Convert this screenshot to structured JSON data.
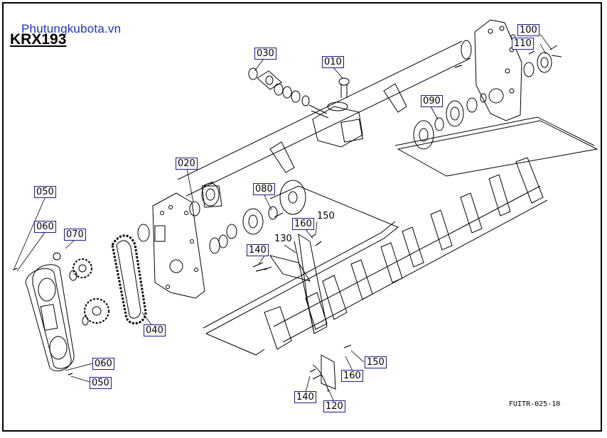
{
  "watermark": "Phutungkubota.vn",
  "model": "KRX193",
  "figure_code": "FUITR-025-10",
  "callouts": [
    {
      "id": "c030",
      "text": "030",
      "boxed": true
    },
    {
      "id": "c010",
      "text": "010",
      "boxed": true
    },
    {
      "id": "c100",
      "text": "100",
      "boxed": true
    },
    {
      "id": "c110",
      "text": "110",
      "boxed": true
    },
    {
      "id": "c090",
      "text": "090",
      "boxed": true
    },
    {
      "id": "c020",
      "text": "020",
      "boxed": true
    },
    {
      "id": "c080",
      "text": "080",
      "boxed": true
    },
    {
      "id": "c050a",
      "text": "050",
      "boxed": true
    },
    {
      "id": "c060a",
      "text": "060",
      "boxed": true
    },
    {
      "id": "c070",
      "text": "070",
      "boxed": true
    },
    {
      "id": "c150a",
      "text": "150",
      "boxed": false
    },
    {
      "id": "c160a",
      "text": "160",
      "boxed": true
    },
    {
      "id": "c130",
      "text": "130",
      "boxed": false
    },
    {
      "id": "c140a",
      "text": "140",
      "boxed": true
    },
    {
      "id": "c040",
      "text": "040",
      "boxed": true
    },
    {
      "id": "c060b",
      "text": "060",
      "boxed": true
    },
    {
      "id": "c050b",
      "text": "050",
      "boxed": true
    },
    {
      "id": "c150b",
      "text": "150",
      "boxed": true
    },
    {
      "id": "c160b",
      "text": "160",
      "boxed": true
    },
    {
      "id": "c140b",
      "text": "140",
      "boxed": true
    },
    {
      "id": "c120",
      "text": "120",
      "boxed": true
    }
  ]
}
